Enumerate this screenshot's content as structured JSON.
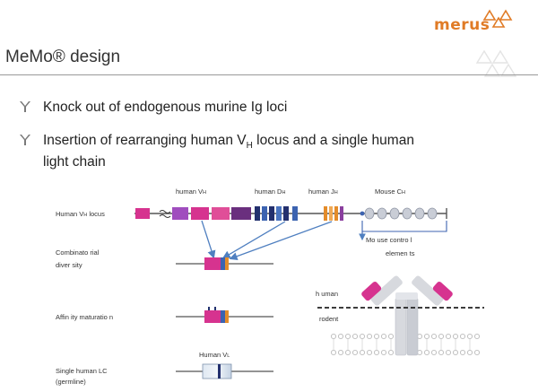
{
  "header": {
    "brand": "merus",
    "title": "MeMo® design"
  },
  "bullets": [
    {
      "text": "Knock out of endogenous murine Ig loci"
    },
    {
      "line1": "Insertion of rearranging  human V",
      "line1_sub": "H",
      "line1_rest": " locus and a single human",
      "line2": "light chain"
    }
  ],
  "diagram": {
    "segment_labels": {
      "human_vh": {
        "main": "human V",
        "sub": "H"
      },
      "human_dh": {
        "main": "human D",
        "sub": "H"
      },
      "human_jh": {
        "main": "human J",
        "sub": "H"
      },
      "mouse_ch": {
        "main": "Mouse C",
        "sub": "H"
      }
    },
    "row_labels": {
      "human_vh_locus": {
        "main": "Human V",
        "sub": "H",
        "rest": " locus"
      },
      "combinatorial": [
        "Combinato rial",
        "diver sity"
      ],
      "affinity": "Affin ity maturatio n",
      "single_lc": [
        "Single  human  LC",
        "(germline)"
      ]
    },
    "mouse_control": [
      "Mo use contro l",
      "elemen ts"
    ],
    "human_vl": {
      "main": "Human  V",
      "sub": "L"
    },
    "membrane_labels": {
      "human": "h uman",
      "rodent": "rodent"
    },
    "colors": {
      "magenta": "#d6338f",
      "purple": "#8a3f9e",
      "navy": "#23306e",
      "blue": "#3c63b0",
      "orange": "#e48c2a",
      "grey_bead": "#c9cdd6",
      "arrow": "#4f7fc0",
      "brand": "#e07b26"
    }
  }
}
